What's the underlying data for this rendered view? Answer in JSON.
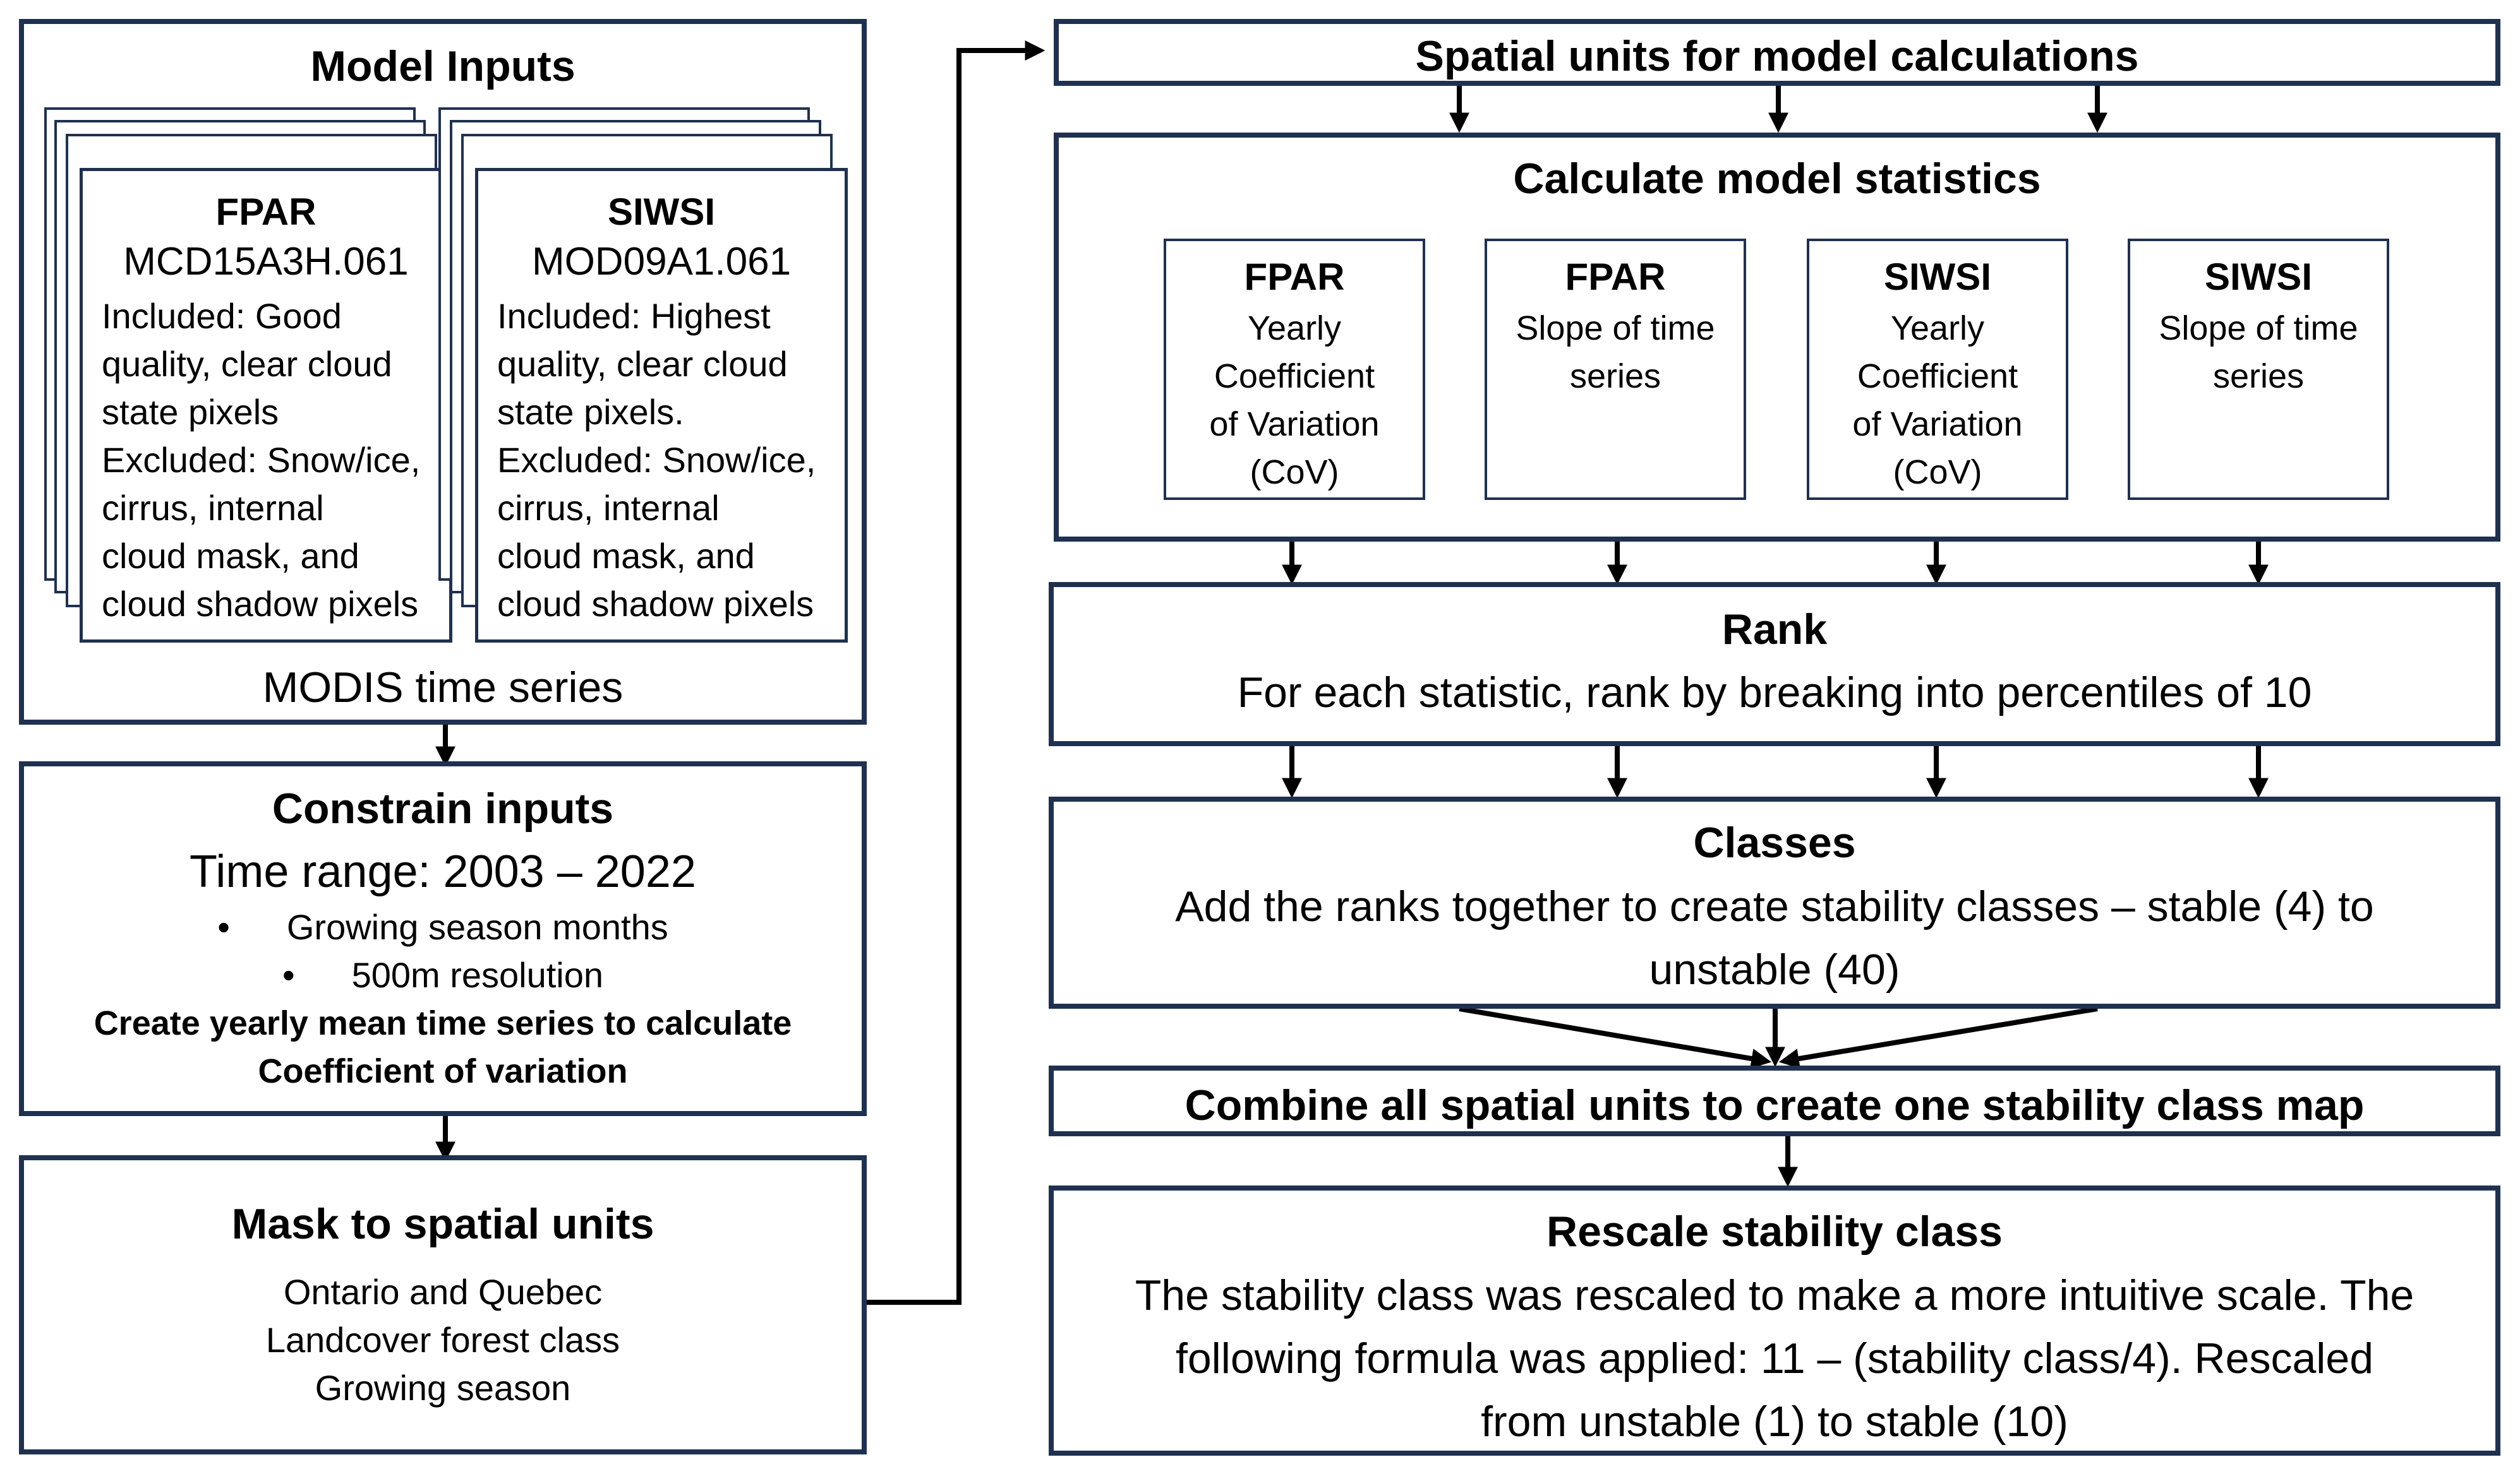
{
  "model_inputs": {
    "title": "Model Inputs",
    "footer": "MODIS time series",
    "fpar": {
      "title": "FPAR",
      "product": "MCD15A3H.061",
      "lines": [
        "Included: Good",
        "quality, clear cloud",
        "state pixels",
        "Excluded: Snow/ice,",
        "cirrus, internal",
        "cloud mask,  and",
        "cloud shadow pixels"
      ]
    },
    "siwsi": {
      "title": "SIWSI",
      "product": "MOD09A1.061",
      "lines": [
        "Included: Highest",
        "quality, clear cloud",
        "state pixels.",
        "Excluded: Snow/ice,",
        "cirrus, internal",
        "cloud mask,  and",
        "cloud shadow pixels"
      ]
    }
  },
  "constrain": {
    "title": "Constrain inputs",
    "range": "Time range: 2003 – 2022",
    "bullets": [
      "Growing season months",
      "500m resolution"
    ],
    "bold_lines": [
      "Create yearly mean time series to calculate",
      "Coefficient of variation"
    ]
  },
  "mask": {
    "title": "Mask to spatial units",
    "lines": [
      "Ontario and Quebec",
      "Landcover forest class",
      "Growing season"
    ]
  },
  "spatial_units": {
    "title": "Spatial units for model calculations"
  },
  "statistics": {
    "title": "Calculate model statistics",
    "items": [
      {
        "title": "FPAR",
        "lines": [
          "Yearly",
          "Coefficient",
          "of Variation",
          "(CoV)"
        ]
      },
      {
        "title": "FPAR",
        "lines": [
          "Slope of time",
          "series"
        ]
      },
      {
        "title": "SIWSI",
        "lines": [
          "Yearly",
          "Coefficient",
          "of Variation",
          "(CoV)"
        ]
      },
      {
        "title": "SIWSI",
        "lines": [
          "Slope of time",
          "series"
        ]
      }
    ]
  },
  "rank": {
    "title": "Rank",
    "text": "For each statistic, rank by breaking into percentiles of 10"
  },
  "classes": {
    "title": "Classes",
    "lines": [
      "Add the ranks together to create stability classes – stable (4) to",
      "unstable (40)"
    ]
  },
  "combine": {
    "title": "Combine all spatial units to create one stability class map"
  },
  "rescale": {
    "title": "Rescale stability class",
    "lines": [
      "The stability class was rescaled to make a more intuitive scale.  The",
      "following formula was applied: 11 – (stability class/4).  Rescaled",
      "from unstable (1) to stable (10)"
    ]
  },
  "colors": {
    "border": "#1f3150",
    "arrow": "#000000"
  }
}
